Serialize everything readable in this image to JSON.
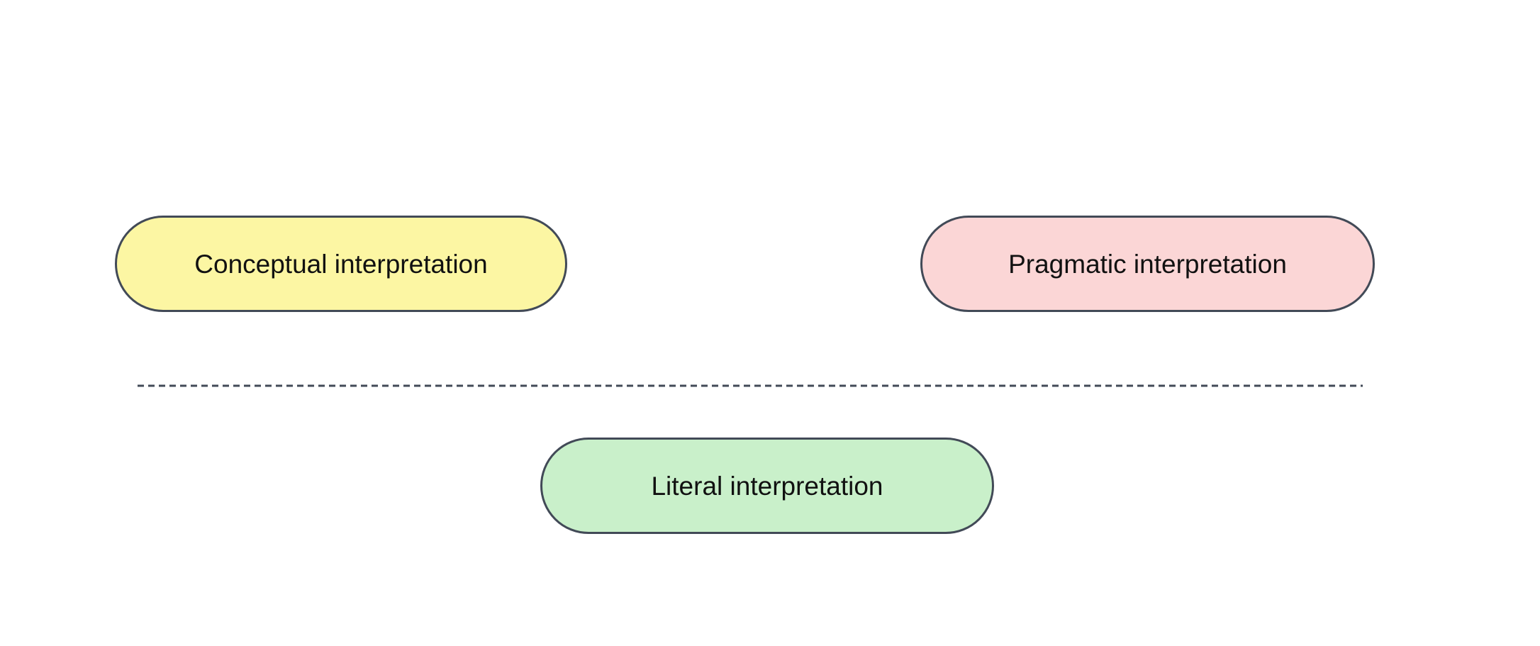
{
  "diagram": {
    "background": "#ffffff",
    "stroke_color": "#424a57",
    "text_color": "#111111",
    "nodes": [
      {
        "id": "conceptual",
        "label": "Conceptual interpretation",
        "fill": "#fcf6a3"
      },
      {
        "id": "pragmatic",
        "label": "Pragmatic interpretation",
        "fill": "#fbd6d6"
      },
      {
        "id": "literal",
        "label": "Literal interpretation",
        "fill": "#c9f0ca"
      }
    ],
    "divider": {
      "style": "dashed",
      "color": "#424a57"
    }
  }
}
